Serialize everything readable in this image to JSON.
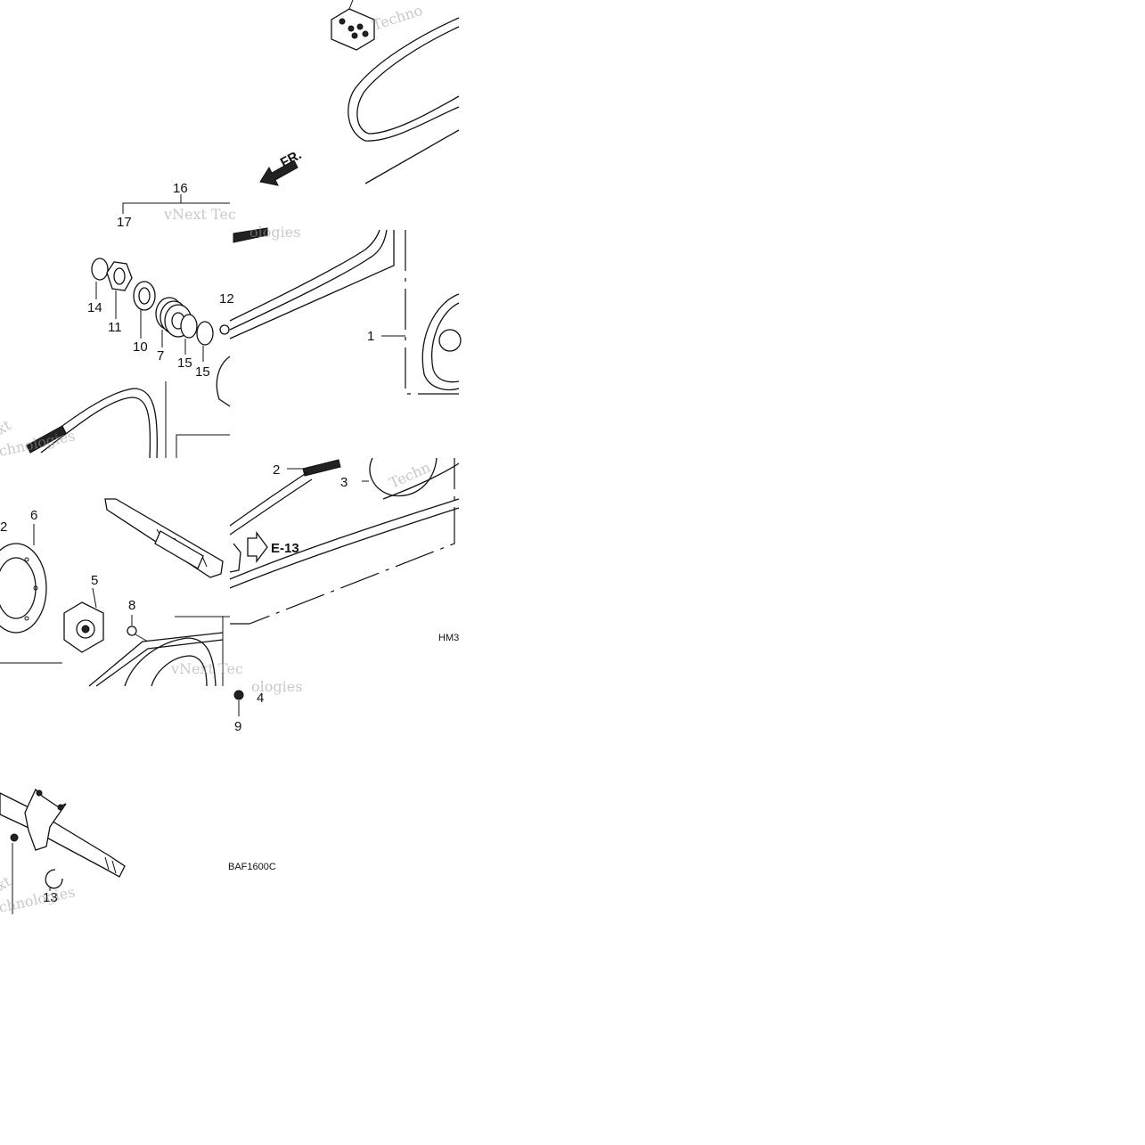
{
  "callouts": {
    "c1": "1",
    "c2a": "2",
    "c2b": "2",
    "c3": "3",
    "c4": "4",
    "c5": "5",
    "c6": "6",
    "c7": "7",
    "c8": "8",
    "c9": "9",
    "c10": "10",
    "c11": "11",
    "c12": "12",
    "c13": "13",
    "c14": "14",
    "c15a": "15",
    "c15b": "15",
    "c16": "16",
    "c17": "17"
  },
  "direction_label": "FR.",
  "ref_label": "E-13",
  "codes": {
    "hm": "HM3",
    "baf": "BAF1600C"
  },
  "watermarks": {
    "w1": "Techno",
    "w2": "vNext Tec",
    "w3": "ologies",
    "w4": "xt",
    "w5": "chnologies",
    "w6": "Techn",
    "w7": "vNext Tec",
    "w8": "ologies",
    "w9": "xt",
    "w10": "chnologies"
  }
}
